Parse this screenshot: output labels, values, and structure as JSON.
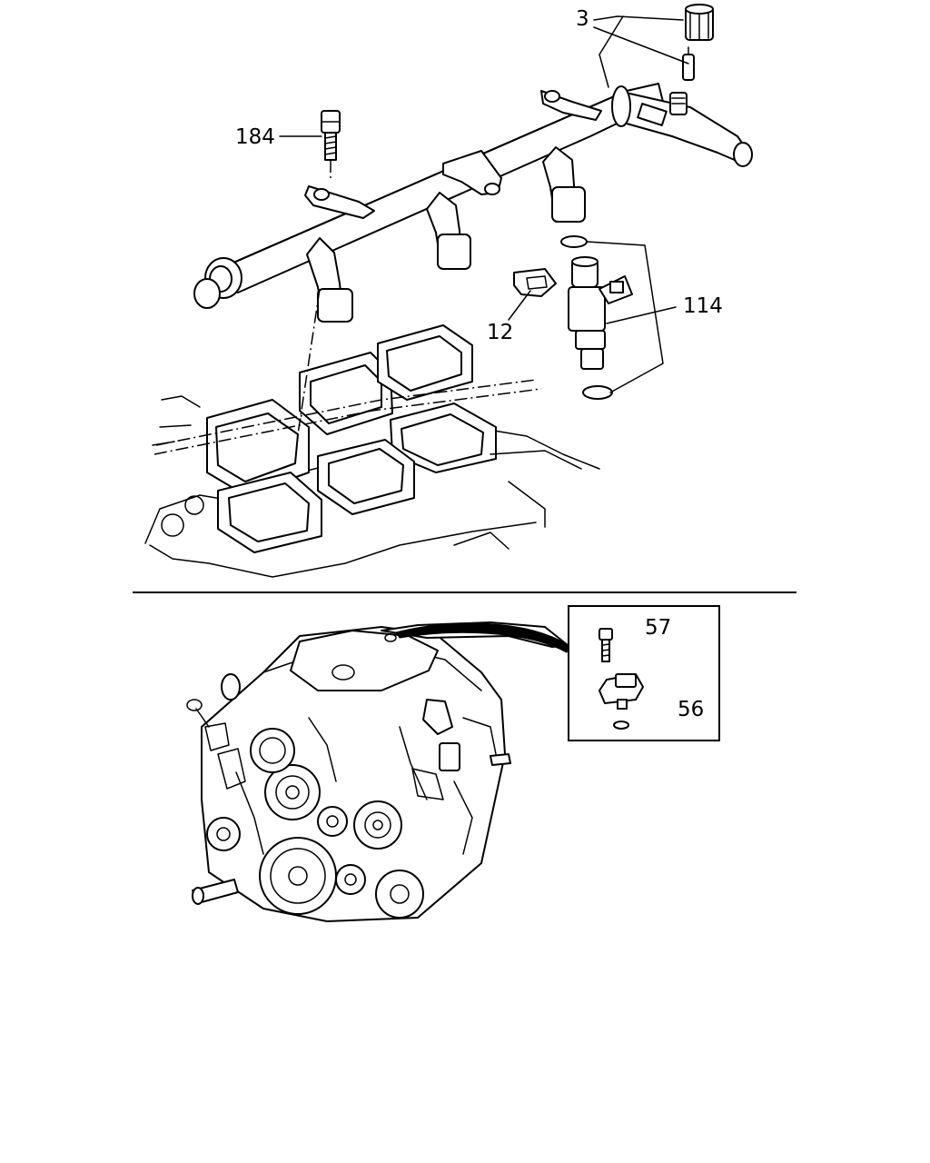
{
  "callouts": {
    "fuel_rail": "3",
    "bolt": "184",
    "connector_clip": "12",
    "injector": "114",
    "sensor_bolt": "57",
    "sensor": "56"
  },
  "colors": {
    "line": "#000000",
    "background": "#ffffff"
  }
}
